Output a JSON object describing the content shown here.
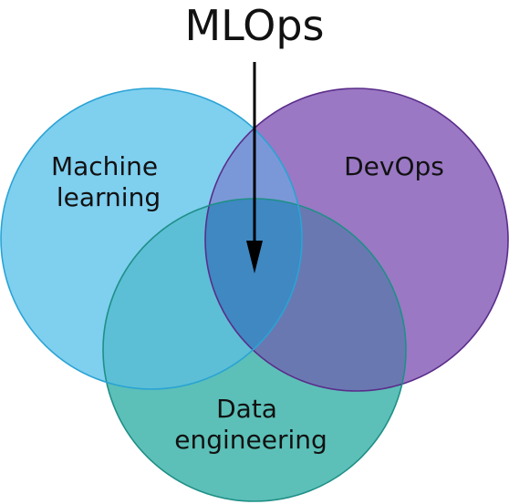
{
  "title": "MLOps",
  "sets": [
    {
      "key": "ml",
      "lines": [
        "Machine",
        "learning"
      ],
      "fill": "#7fcfef",
      "stroke": "#2aa3d4"
    },
    {
      "key": "devops",
      "lines": [
        "DevOps"
      ],
      "fill": "#9a78c4",
      "stroke": "#5a2d8a"
    },
    {
      "key": "data",
      "lines": [
        "Data",
        "engineering"
      ],
      "fill": "#5cc0b8",
      "stroke": "#1f8f87"
    }
  ],
  "colors": {
    "arrow": "#000000",
    "ml_devops_overlap": "#7a98d8",
    "ml_data_overlap": "#5cbfd6",
    "devops_data_overlap": "#6a78b2",
    "center_overlap": "#3f88c2"
  }
}
